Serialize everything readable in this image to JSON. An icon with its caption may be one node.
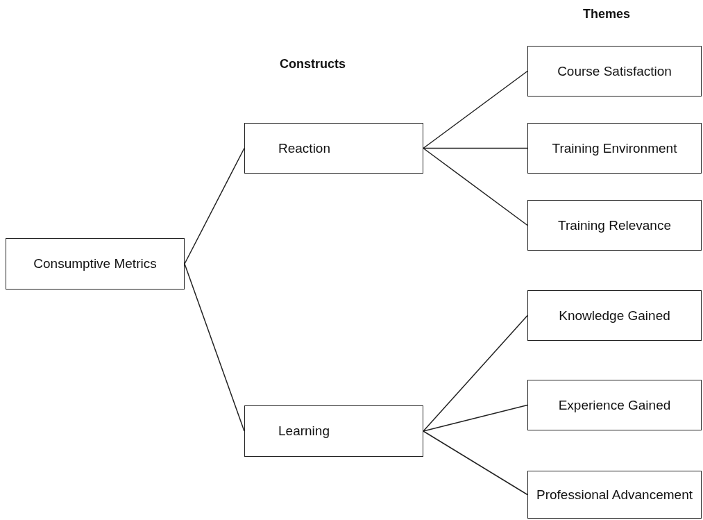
{
  "diagram": {
    "nodes": [
      {
        "text": [
          "Consumptive Metrics"
        ]
      },
      {
        "text": [
          "Reaction"
        ]
      },
      {
        "text": [
          "Learning"
        ]
      },
      {
        "text": [
          "Course Satisfaction"
        ]
      },
      {
        "text": [
          "Training Environment"
        ]
      },
      {
        "text": [
          "Training Relevance"
        ]
      },
      {
        "text": [
          "Knowledge Gained"
        ]
      },
      {
        "text": [
          "Experience Gained"
        ]
      },
      {
        "text": [
          "Professional Advancement"
        ]
      }
    ],
    "edges": [
      {
        "from": 0,
        "to": 1,
        "arrow": "none"
      },
      {
        "from": 0,
        "to": 2,
        "arrow": "none"
      },
      {
        "from": 1,
        "to": 3,
        "arrow": "none"
      },
      {
        "from": 1,
        "to": 4,
        "arrow": "none"
      },
      {
        "from": 1,
        "to": 5,
        "arrow": "none"
      },
      {
        "from": 2,
        "to": 6,
        "arrow": "none"
      },
      {
        "from": 2,
        "to": 7,
        "arrow": "none"
      },
      {
        "from": 2,
        "to": 8,
        "arrow": "none"
      }
    ],
    "labels": [
      "Themes",
      "Constructs"
    ]
  }
}
